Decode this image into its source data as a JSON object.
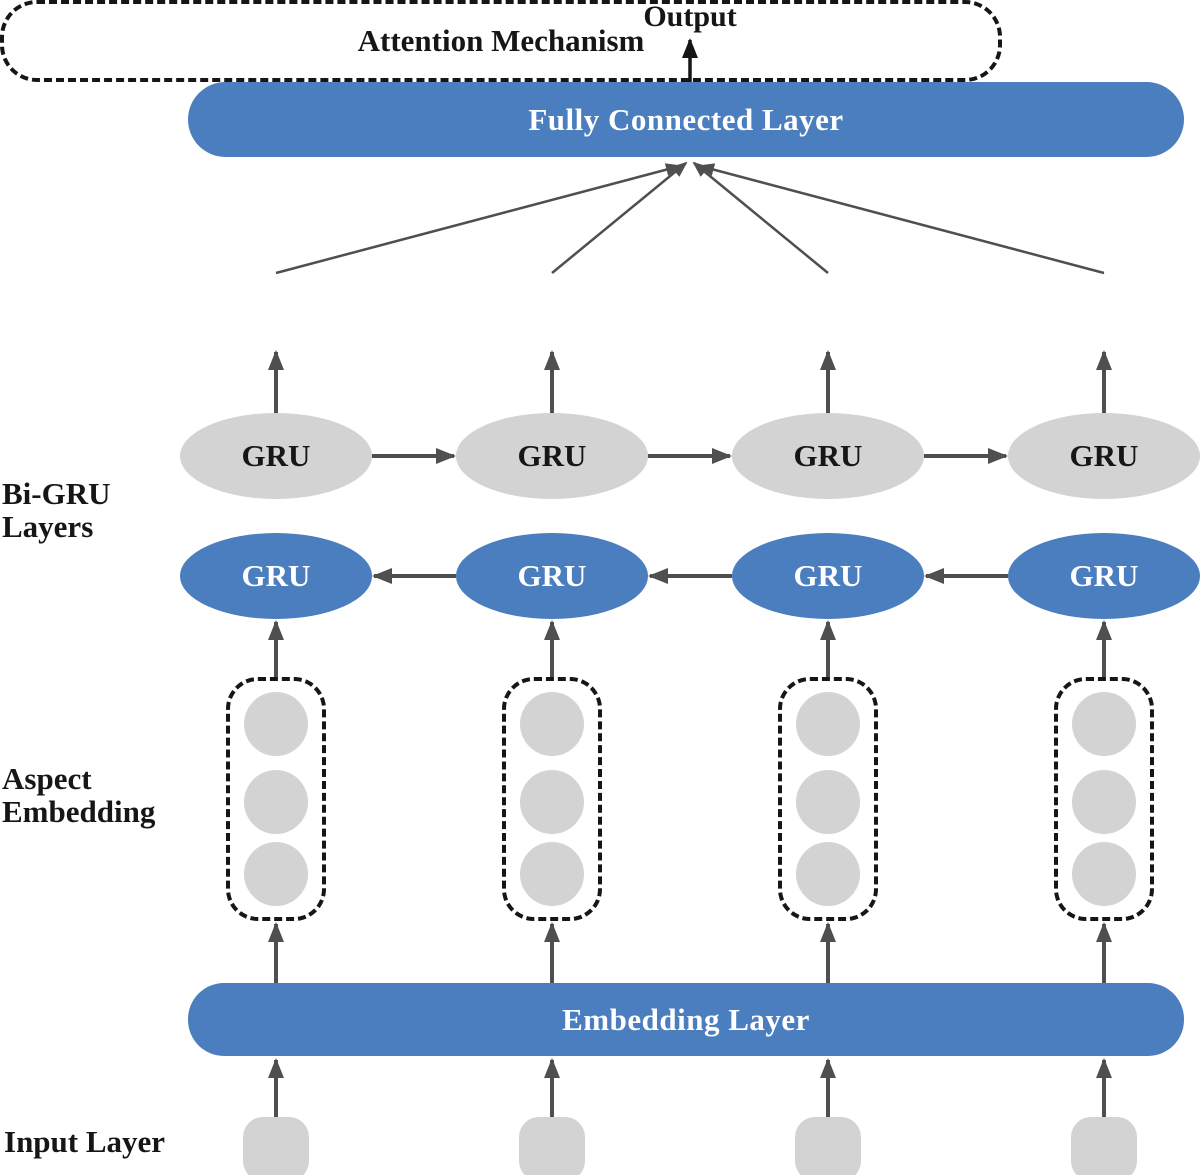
{
  "labels": {
    "output": "Output",
    "fully_connected": "Fully Connected Layer",
    "attention": "Attention Mechanism",
    "embedding_layer": "Embedding Layer",
    "input_layer": "Input Layer",
    "bi_gru": [
      "Bi-GRU",
      "Layers"
    ],
    "aspect_embedding": [
      "Aspect",
      "Embedding"
    ]
  },
  "forward_gru": [
    {
      "label": "GRU"
    },
    {
      "label": "GRU"
    },
    {
      "label": "GRU"
    },
    {
      "label": "GRU"
    }
  ],
  "backward_gru": [
    {
      "label": "GRU"
    },
    {
      "label": "GRU"
    },
    {
      "label": "GRU"
    },
    {
      "label": "GRU"
    }
  ],
  "structure": {
    "columns": 4,
    "aspect_circles_per_column": 3,
    "forward_arrows_direction": "right",
    "backward_arrows_direction": "left"
  },
  "colors": {
    "node_blue": "#4b7ebf",
    "node_gray": "#d3d3d3",
    "arrow_gray": "#4f4f4f",
    "text_black": "#161616",
    "text_white": "#ffffff"
  }
}
